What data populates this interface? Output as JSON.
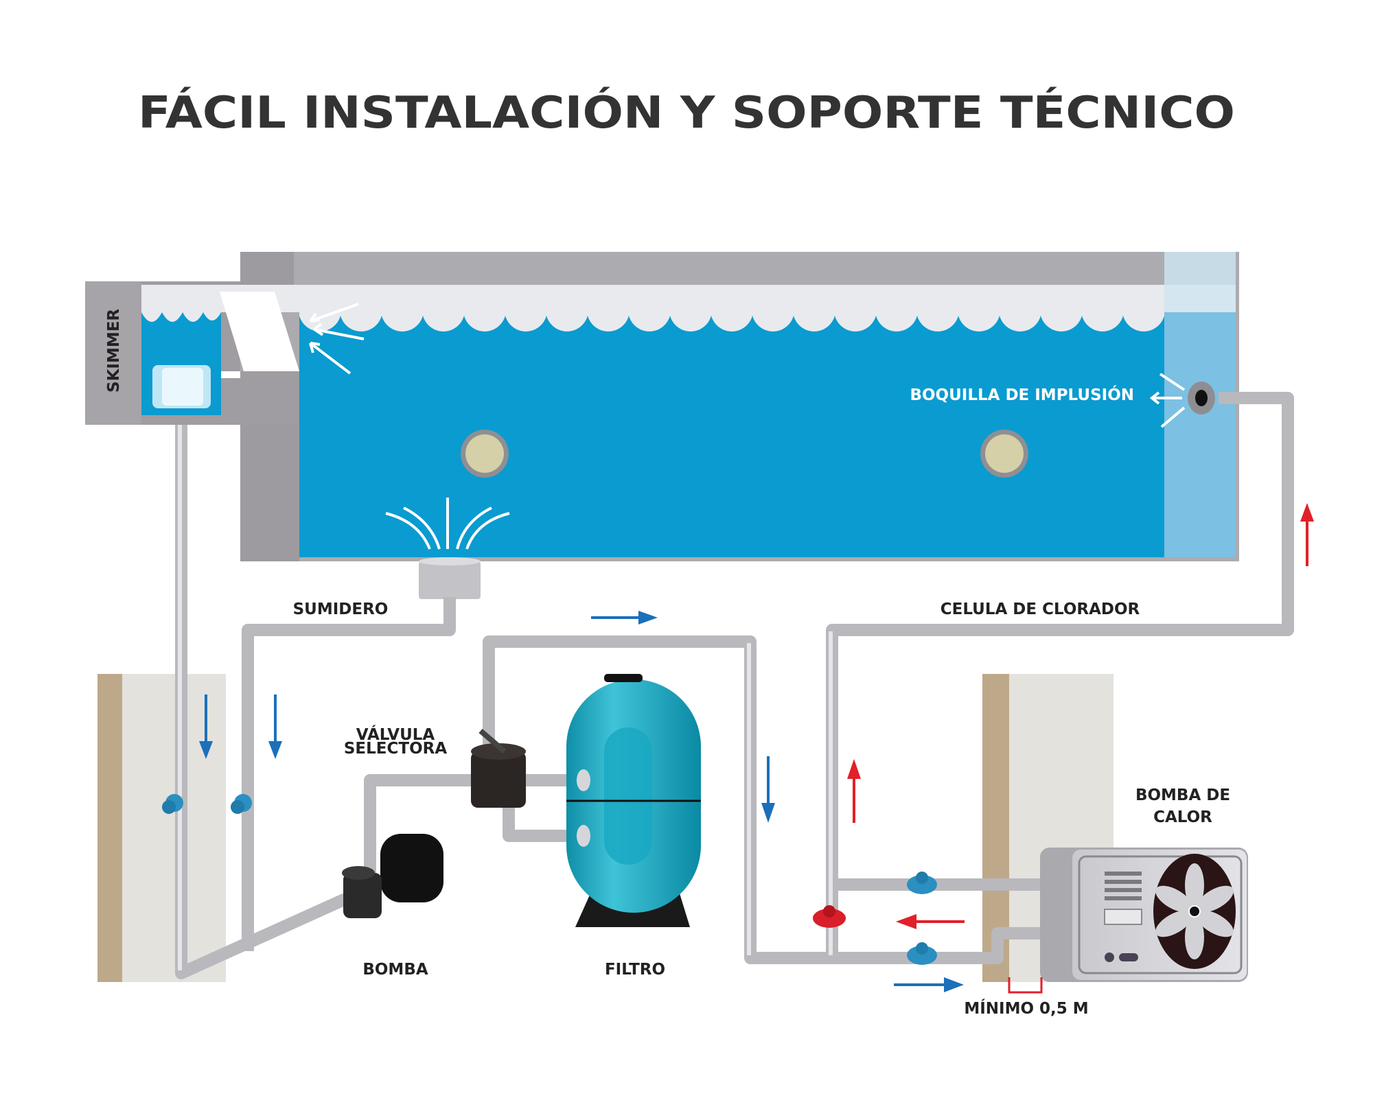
{
  "title": "FÁCIL INSTALACIÓN Y SOPORTE TÉCNICO",
  "labels": {
    "skimmer": "SKIMMER",
    "nozzle": "BOQUILLA DE IMPLUSIÓN",
    "drain": "SUMIDERO",
    "chlorinator": "CELULA DE CLORADOR",
    "valve_line1": "VÁLVULA",
    "valve_line2": "SELECTORA",
    "pump": "BOMBA",
    "filter": "FILTRO",
    "heatpump_line1": "BOMBA DE",
    "heatpump_line2": "CALOR",
    "minimum": "MÍNIMO 0,5 M"
  },
  "colors": {
    "water": "#0a9bd0",
    "flow_cold": "#1c6fba",
    "flow_hot": "#e1202a",
    "filter_tank": "#1aa9c4",
    "wall": "#acabb0"
  }
}
